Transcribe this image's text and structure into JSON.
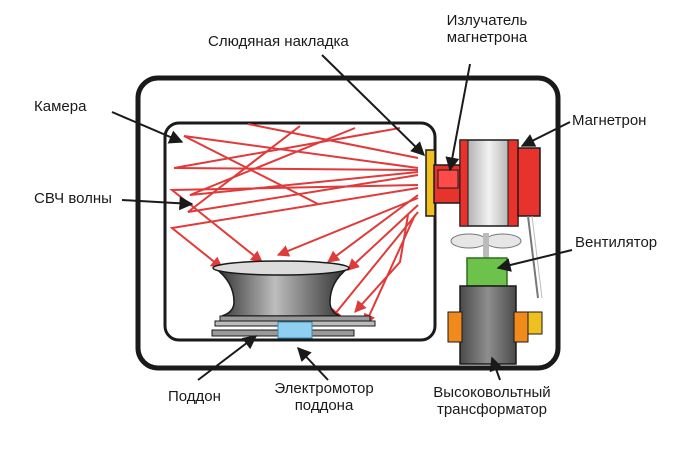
{
  "labels": {
    "mica_cover": "Слюдяная накладка",
    "emitter_line1": "Излучатель",
    "emitter_line2": "магнетрона",
    "chamber": "Камера",
    "magnetron": "Магнетрон",
    "microwaves": "СВЧ волны",
    "fan": "Вентилятор",
    "tray": "Поддон",
    "tray_motor_line1": "Электромотор",
    "tray_motor_line2": "поддона",
    "transformer_line1": "Высоковольтный",
    "transformer_line2": "трансформатор"
  },
  "colors": {
    "wave": "#e03a3a",
    "outline": "#1a1a1a",
    "magnetron_red": "#e8322c",
    "mica_yellow": "#f0c020",
    "fan_green": "#6cc24a",
    "transformer_orange": "#f08a1c",
    "transformer_grey": "#6d6d6d",
    "motor_blue": "#8fd0f0"
  }
}
